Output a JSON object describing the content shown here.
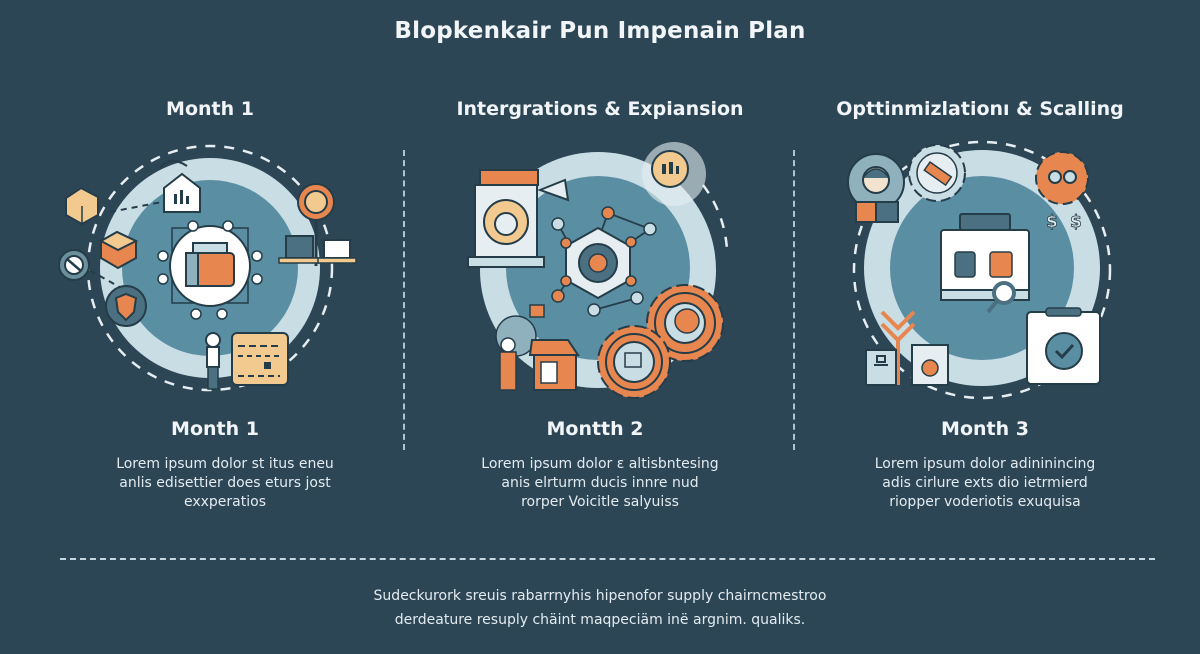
{
  "title": "Blopkenkair Pun Impenain Plan",
  "columns": [
    {
      "heading": "Month 1",
      "month_label": "Month 1",
      "description": [
        "Lorem ipsum dolor st itus eneu",
        "anlis edisettier does eturs jost",
        "exxperatios"
      ],
      "icons": [
        "package-box-icon",
        "house-chart-icon",
        "location-pin-icon",
        "laptop-user-icon",
        "blocked-icon",
        "shield-icon",
        "calendar-briefcase-icon",
        "person-presenting-icon",
        "document-card-icon"
      ]
    },
    {
      "heading": "Intergrations & Expiansion",
      "month_label": "Montth 2",
      "description": [
        "Lorem ipsum dolor ɛ altisbntesing",
        "anis elrturm ducis innre nud",
        "rorper Voicitle salyuiss"
      ],
      "icons": [
        "server-tower-icon",
        "chat-chart-icon",
        "network-hub-icon",
        "gear-chart-icon",
        "gear-device-icon",
        "worker-icon",
        "store-icon"
      ]
    },
    {
      "heading": "Opttinmizlationı & Scalling",
      "month_label": "Month 3",
      "description": [
        "Lorem ipsum dolor  adininincing",
        "adis cirlure exts dio ietrmierd",
        "riopper voderiotis exuquisa"
      ],
      "icons": [
        "support-agent-icon",
        "handshake-gear-icon",
        "gear-dollar-icon",
        "briefcase-search-icon",
        "medical-kit-icon",
        "box-package-icon",
        "clipboard-check-icon"
      ]
    }
  ],
  "footer": [
    "Sudeckurork sreuis rabarrnyhis hipenofor  supply chairncmestroo",
    "derdeature resuply chäint maqpeciäm inë argnim. qualiks."
  ],
  "colors": {
    "background": "#2c4655",
    "ring_outer": "#c9dde5",
    "ring_inner": "#5a8ea2",
    "accent_orange": "#e8864f",
    "accent_tan": "#f2c98f",
    "stroke_dark": "#253d49",
    "text": "#f1f5f7"
  }
}
